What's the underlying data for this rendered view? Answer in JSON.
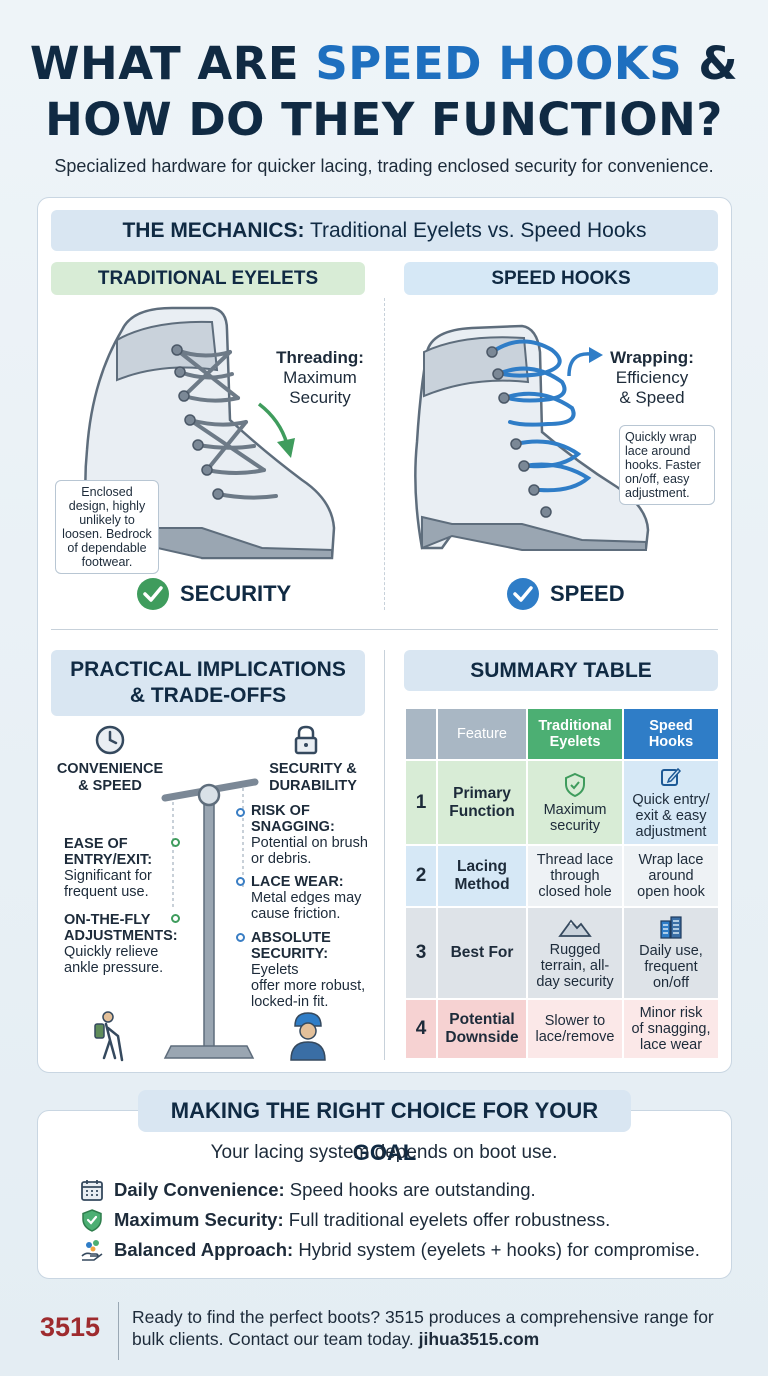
{
  "title": {
    "line1_pre": "WHAT ARE ",
    "line1_accent": "SPEED HOOKS",
    "line1_post": " &",
    "line2": "HOW DO THEY FUNCTION?"
  },
  "subtitle": "Specialized hardware for quicker lacing, trading enclosed security for convenience.",
  "mechanics": {
    "header_bold": "THE MECHANICS:",
    "header_rest": " Traditional Eyelets vs. Speed Hooks",
    "left": {
      "title": "TRADITIONAL EYELETS",
      "label_bold": "Threading:",
      "label_line2": "Maximum",
      "label_line3": "Security",
      "callout": "Enclosed design, highly unlikely to loosen. Bedrock of dependable footwear.",
      "badge": "SECURITY"
    },
    "right": {
      "title": "SPEED HOOKS",
      "label_bold": "Wrapping:",
      "label_line2": "Efficiency",
      "label_line3": "& Speed",
      "callout": "Quickly wrap lace around hooks. Faster on/off, easy adjustment.",
      "badge": "SPEED"
    }
  },
  "implications": {
    "header_line1": "PRACTICAL IMPLICATIONS",
    "header_line2": "& TRADE-OFFS",
    "left_title_line1": "CONVENIENCE",
    "left_title_line2": "& SPEED",
    "right_title_line1": "SECURITY &",
    "right_title_line2": "DURABILITY",
    "left_items": [
      {
        "bold1": "EASE OF",
        "bold2": "ENTRY/EXIT:",
        "text1": "Significant for",
        "text2": "frequent use."
      },
      {
        "bold1": "ON-THE-FLY",
        "bold2": "ADJUSTMENTS:",
        "text1": "Quickly relieve",
        "text2": "ankle pressure."
      }
    ],
    "right_items": [
      {
        "bold1": "RISK OF",
        "bold2": "SNAGGING:",
        "text1": " Potential on brush",
        "text2": "or debris."
      },
      {
        "bold1": "LACE WEAR:",
        "text1": "Metal edges may",
        "text2": "cause friction."
      },
      {
        "bold1": "ABSOLUTE",
        "bold2": "SECURITY:",
        "text1": " Eyelets",
        "text2": "offer more robust,",
        "text3": "locked-in fit."
      }
    ]
  },
  "summary": {
    "header": "SUMMARY TABLE",
    "columns": {
      "feature": "Feature",
      "trad_line1": "Traditional",
      "trad_line2": "Eyelets",
      "speed_line1": "Speed",
      "speed_line2": "Hooks"
    },
    "rows": [
      {
        "num": "1",
        "f1": "Primary",
        "f2": "Function",
        "t1": "Maximum",
        "t2": "security",
        "s1": "Quick entry/",
        "s2": "exit & easy",
        "s3": "adjustment"
      },
      {
        "num": "2",
        "f1": "Lacing",
        "f2": "Method",
        "t1": "Thread lace",
        "t2": "through",
        "t3": "closed hole",
        "s1": "Wrap lace",
        "s2": "around",
        "s3": "open hook"
      },
      {
        "num": "3",
        "f1": "Best For",
        "t1": "Rugged",
        "t2": "terrain, all-",
        "t3": "day security",
        "s1": "Daily use,",
        "s2": "frequent",
        "s3": "on/off"
      },
      {
        "num": "4",
        "f1": "Potential",
        "f2": "Downside",
        "t1": "Slower to",
        "t2": "lace/remove",
        "s1": "Minor risk",
        "s2": "of snagging,",
        "s3": "lace wear"
      }
    ]
  },
  "choice": {
    "header": "MAKING THE RIGHT CHOICE FOR YOUR GOAL",
    "intro": "Your lacing system depends on boot use.",
    "items": [
      {
        "bold": "Daily Convenience:",
        "text": " Speed hooks are outstanding.",
        "icon": "calendar-icon"
      },
      {
        "bold": "Maximum Security:",
        "text": " Full traditional eyelets offer robustness.",
        "icon": "shield-check-icon"
      },
      {
        "bold": "Balanced Approach:",
        "text": " Hybrid system (eyelets + hooks) for compromise.",
        "icon": "hand-balance-icon"
      }
    ]
  },
  "footer": {
    "logo": "3515",
    "text1": "Ready to find the perfect boots? 3515 produces a comprehensive range for",
    "text2": "bulk clients. Contact our team today. ",
    "link": "jihua3515.com"
  },
  "colors": {
    "green": "#4caf73",
    "blue": "#2f7dc7",
    "navy": "#102a43",
    "brand_red": "#9e2b2e"
  }
}
